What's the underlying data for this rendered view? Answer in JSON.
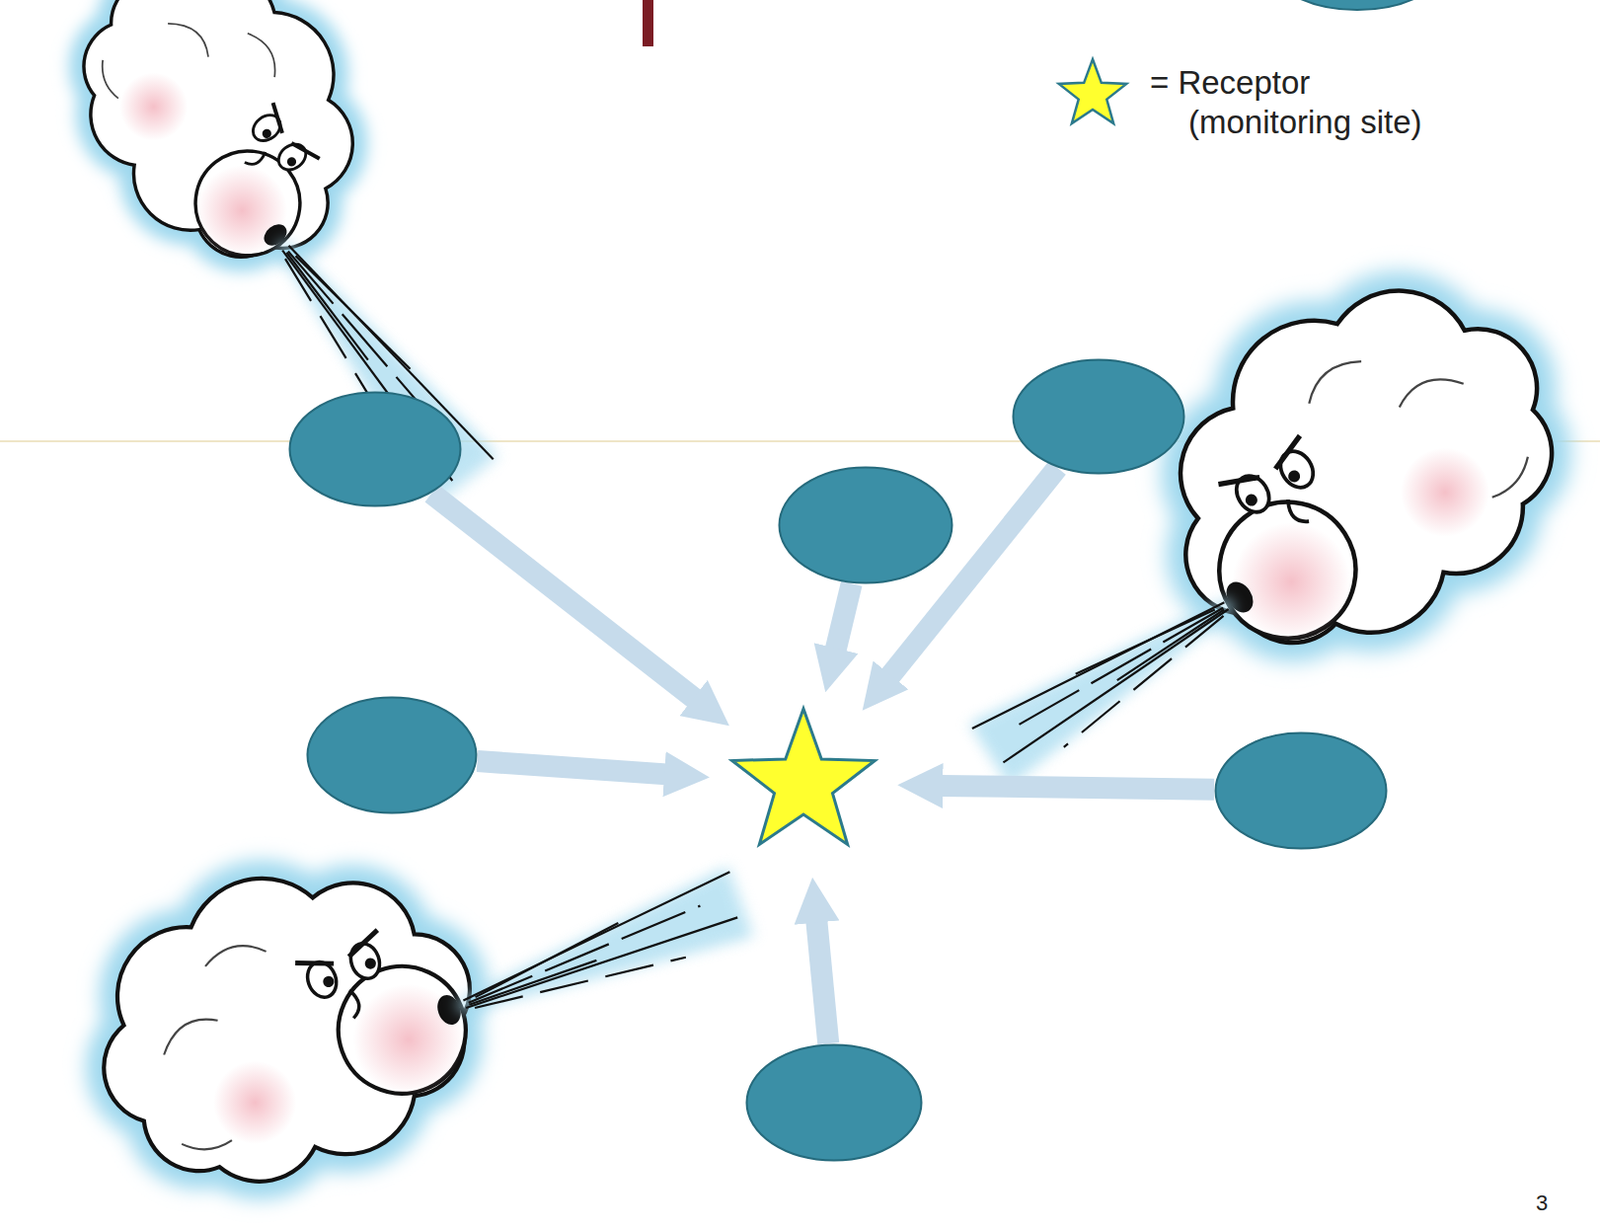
{
  "diagram": {
    "nodes": [
      {
        "text": []
      },
      {
        "text": []
      },
      {
        "text": []
      },
      {
        "text": []
      },
      {
        "text": []
      },
      {
        "text": []
      },
      {
        "text": []
      }
    ],
    "edges": [
      {
        "from": 0,
        "to": 4,
        "arrow": "to"
      },
      {
        "from": 1,
        "to": 4,
        "arrow": "to"
      },
      {
        "from": 2,
        "to": 4,
        "arrow": "to"
      },
      {
        "from": 3,
        "to": 4,
        "arrow": "to"
      },
      {
        "from": 5,
        "to": 4,
        "arrow": "to"
      },
      {
        "from": 6,
        "to": 4,
        "arrow": "to"
      }
    ],
    "labels": [
      "3"
    ],
    "legend": [
      {
        "text": "= Receptor (monitoring site)"
      }
    ]
  }
}
